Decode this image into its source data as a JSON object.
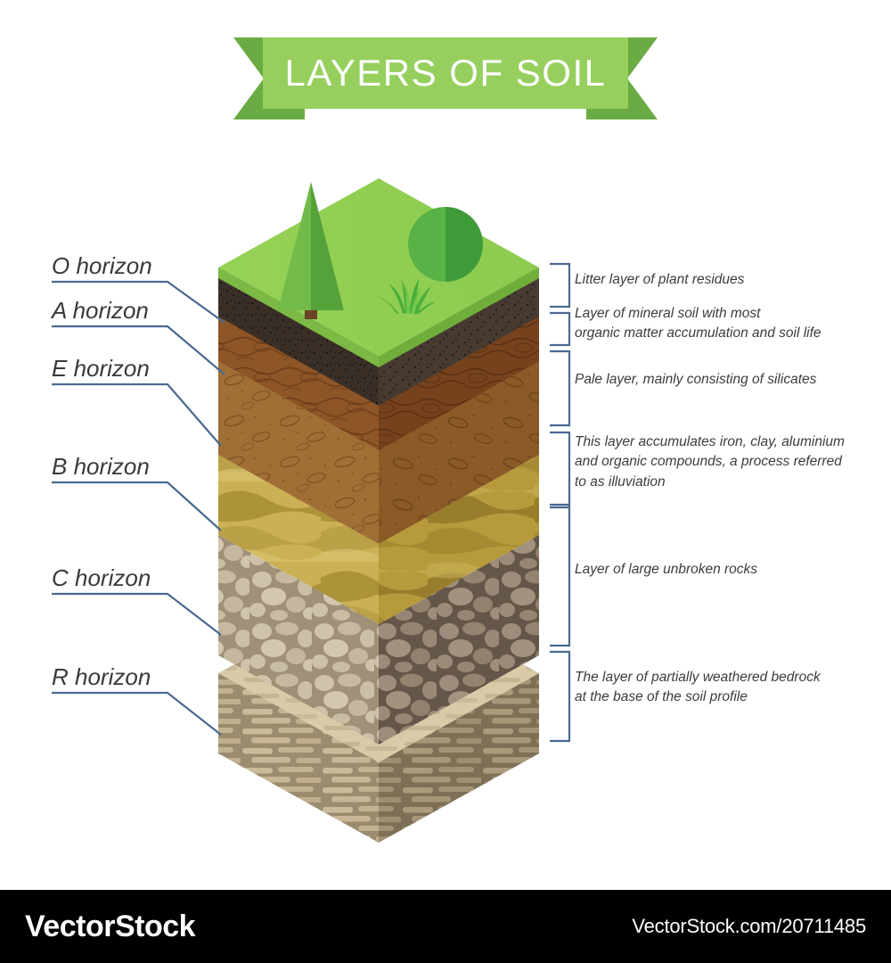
{
  "title": {
    "text": "LAYERS OF SOIL",
    "ribbon_fill": "#96cf5d",
    "ribbon_tail_fill": "#6aab44"
  },
  "horizons": [
    {
      "key": "o",
      "label": "O horizon",
      "description": "Litter layer of plant residues",
      "color": "#8ccb4f"
    },
    {
      "key": "a",
      "label": "A horizon",
      "description": "Layer of mineral soil with most\norganic matter accumulation and soil life",
      "color": "#3d3128"
    },
    {
      "key": "e",
      "label": "E horizon",
      "description": "Pale layer, mainly consisting of silicates",
      "color": "#9a5c28"
    },
    {
      "key": "b",
      "label": "B horizon",
      "description": "This layer accumulates iron, clay, aluminium\nand organic compounds, a process referred\nto as illuviation",
      "color": "#a87031"
    },
    {
      "key": "c",
      "label": "C horizon",
      "description": "Layer of large unbroken rocks",
      "color": "#c6b79a"
    },
    {
      "key": "r",
      "label": "R horizon",
      "description": "The layer of partially weathered bedrock\nat the base of the soil profile",
      "color": "#c8b493"
    }
  ],
  "scene": {
    "tree": "conifer-tree",
    "bush": "round-bush",
    "grass": "grass-tuft"
  },
  "leader_color": "#4a6a91",
  "footer": {
    "brand": "VectorStock",
    "url": "VectorStock.com/20711485"
  }
}
